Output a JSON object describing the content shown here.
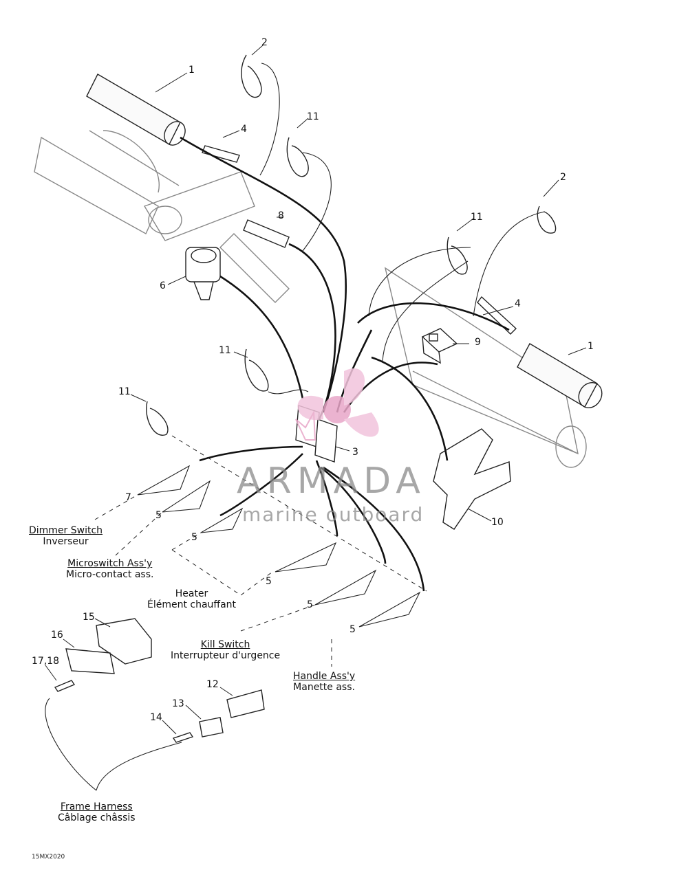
{
  "diagram": {
    "callouts": {
      "c1a": "1",
      "c1b": "1",
      "c2a": "2",
      "c2b": "2",
      "c3": "3",
      "c4a": "4",
      "c4b": "4",
      "c5a": "5",
      "c5b": "5",
      "c5c": "5",
      "c5d": "5",
      "c5e": "5",
      "c6": "6",
      "c7": "7",
      "c8": "8",
      "c9": "9",
      "c10": "10",
      "c11a": "11",
      "c11b": "11",
      "c11c": "11",
      "c11d": "11",
      "c12": "12",
      "c13": "13",
      "c14": "14",
      "c15": "15",
      "c16": "16",
      "c1718": "17,18"
    },
    "labels": {
      "dimmer": {
        "en": "Dimmer Switch",
        "fr": "Inverseur"
      },
      "micro": {
        "en": "Microswitch Ass'y",
        "fr": "Micro-contact ass."
      },
      "heater": {
        "en": "Heater",
        "fr": "Élément chauffant"
      },
      "kill": {
        "en": "Kill Switch",
        "fr": "Interrupteur d'urgence"
      },
      "handle": {
        "en": "Handle Ass'y",
        "fr": "Manette ass."
      },
      "frame": {
        "en": "Frame Harness",
        "fr": "Câblage châssis"
      }
    },
    "figure_code": "15MX2020"
  },
  "watermark": {
    "brand": "ARMADA",
    "tagline": "marine outboard",
    "logo_color": "#e8a6c8"
  }
}
